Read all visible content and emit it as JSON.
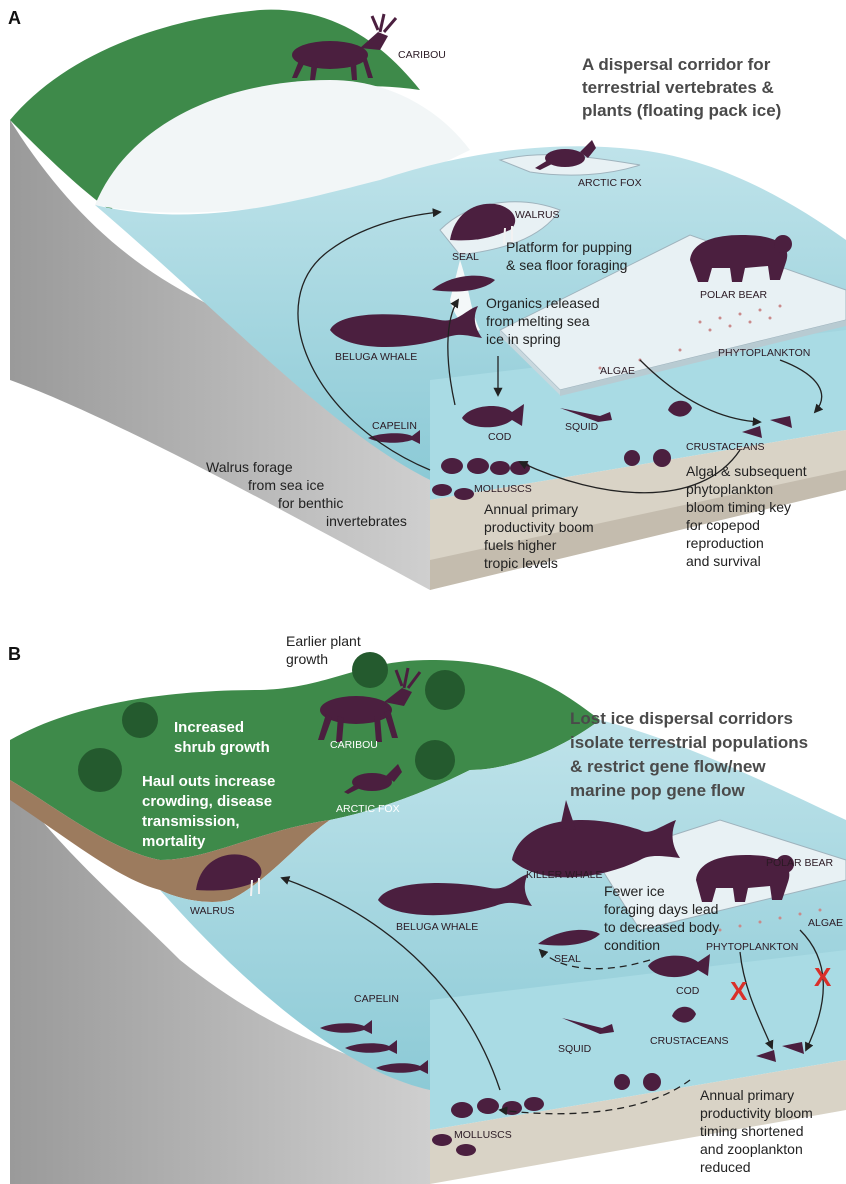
{
  "panel_a": {
    "letter": "A",
    "heading": [
      "A dispersal corridor for",
      "terrestrial vertebrates &",
      "plants (floating pack ice)"
    ],
    "animals": {
      "caribou": "CARIBOU",
      "arctic_fox": "ARCTIC FOX",
      "walrus": "WALRUS",
      "seal": "SEAL",
      "polar_bear": "POLAR BEAR",
      "beluga_whale": "BELUGA WHALE",
      "phytoplankton": "PHYTOPLANKTON",
      "algae": "ALGAE",
      "capelin": "CAPELIN",
      "cod": "COD",
      "squid": "SQUID",
      "crustaceans": "CRUSTACEANS",
      "molluscs": "MOLLUSCS"
    },
    "notes": {
      "platform": [
        "Platform for pupping",
        "& sea floor foraging"
      ],
      "organics": [
        "Organics released",
        "from melting sea",
        "ice in spring"
      ],
      "walrus_forage": [
        "Walrus forage",
        "from sea ice",
        "for benthic",
        "invertebrates"
      ],
      "annual": [
        "Annual primary",
        "productivity boom",
        "fuels higher",
        "tropic levels"
      ],
      "bloom": [
        "Algal & subsequent",
        "phytoplankton",
        "bloom timing key",
        "for copepod",
        "reproduction",
        "and survival"
      ]
    }
  },
  "panel_b": {
    "letter": "B",
    "heading": [
      "Lost ice dispersal corridors",
      "isolate terrestrial populations",
      "& restrict gene flow/new",
      "marine pop gene flow"
    ],
    "animals": {
      "caribou": "CARIBOU",
      "arctic_fox": "ARCTIC FOX",
      "walrus": "WALRUS",
      "killer_whale": "KILLER WHALE",
      "polar_bear": "POLAR BEAR",
      "beluga_whale": "BELUGA WHALE",
      "seal": "SEAL",
      "algae": "ALGAE",
      "phytoplankton": "PHYTOPLANKTON",
      "capelin": "CAPELIN",
      "cod": "COD",
      "squid": "SQUID",
      "crustaceans": "CRUSTACEANS",
      "molluscs": "MOLLUSCS"
    },
    "notes": {
      "earlier": [
        "Earlier plant",
        "growth"
      ],
      "shrub": [
        "Increased",
        "shrub growth"
      ],
      "haul": [
        "Haul outs increase",
        "crowding, disease",
        "transmission,",
        "mortality"
      ],
      "fewer_ice": [
        "Fewer ice",
        "foraging days lead",
        "to decreased body",
        "condition"
      ],
      "annual": [
        "Annual primary",
        "productivity bloom",
        "timing shortened",
        "and zooplankton",
        "reduced"
      ]
    },
    "x_marks": [
      "X",
      "X"
    ]
  },
  "colors": {
    "land_green": "#3e8a4a",
    "land_mud": "#9c7b5e",
    "water": "#9fd3dc",
    "animal": "#4b1f3f",
    "cliff": "#bdbdbd",
    "x_mark": "#d9302a"
  }
}
